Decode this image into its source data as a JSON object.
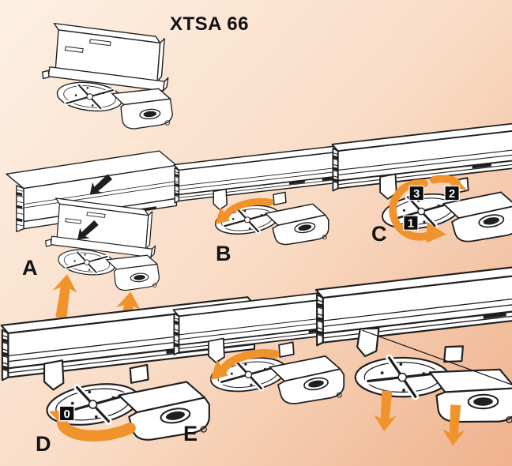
{
  "title": "XTSA 66",
  "colors": {
    "accent_orange": "#F0932D",
    "line": "#1f1f1f",
    "bg_gradient_start": "#FDF0E3",
    "bg_gradient_mid": "#F9DCC6",
    "bg_gradient_end": "#EFB28C"
  },
  "panels": {
    "a": {
      "label": "A"
    },
    "b": {
      "label": "B"
    },
    "c": {
      "label": "C",
      "badges": {
        "step1": "1",
        "step2": "2",
        "step3": "3"
      }
    },
    "d": {
      "label": "D",
      "badges": {
        "step0": "0"
      }
    },
    "e": {
      "label": "E"
    }
  }
}
